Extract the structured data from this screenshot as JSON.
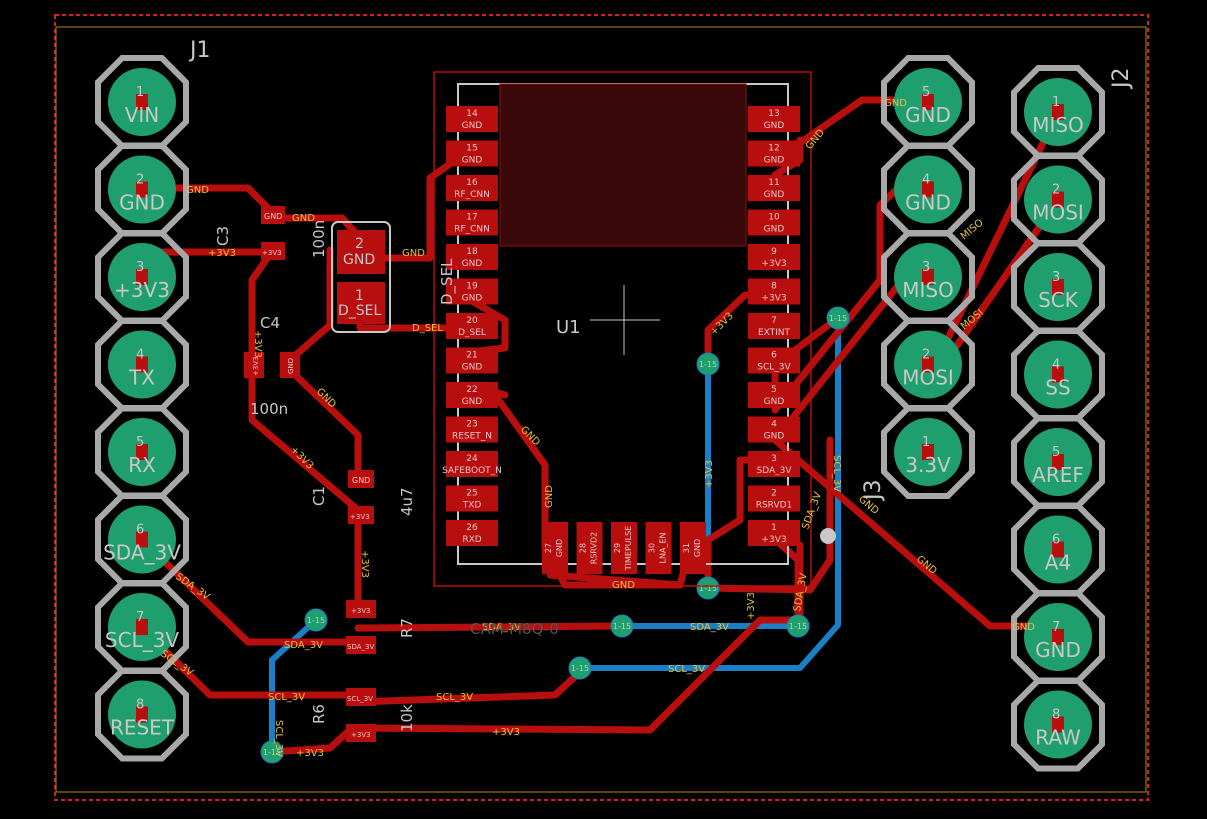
{
  "designators": {
    "j1": "J1",
    "j2": "J2",
    "j3": "J3",
    "u1": "U1",
    "c3": "C3",
    "c4": "C4",
    "c1": "C1",
    "r7": "R7",
    "r6": "R6"
  },
  "values": {
    "c3": "100n",
    "c4": "100n",
    "c1": "4u7",
    "r6": "10k",
    "outline": "CAM-M8Q-0"
  },
  "j1_pins": [
    {
      "num": "1",
      "label": "VIN"
    },
    {
      "num": "2",
      "label": "GND"
    },
    {
      "num": "3",
      "label": "+3V3"
    },
    {
      "num": "4",
      "label": "TX"
    },
    {
      "num": "5",
      "label": "RX"
    },
    {
      "num": "6",
      "label": "SDA_3V"
    },
    {
      "num": "7",
      "label": "SCL_3V"
    },
    {
      "num": "8",
      "label": "RESET"
    }
  ],
  "j3_pins": [
    {
      "num": "5",
      "label": "GND"
    },
    {
      "num": "4",
      "label": "GND"
    },
    {
      "num": "3",
      "label": "MISO"
    },
    {
      "num": "2",
      "label": "MOSI"
    },
    {
      "num": "1",
      "label": "3.3V"
    }
  ],
  "j2_pins": [
    {
      "num": "1",
      "label": "MISO"
    },
    {
      "num": "2",
      "label": "MOSI"
    },
    {
      "num": "3",
      "label": "SCK"
    },
    {
      "num": "4",
      "label": "SS"
    },
    {
      "num": "5",
      "label": "AREF"
    },
    {
      "num": "6",
      "label": "A4"
    },
    {
      "num": "7",
      "label": "GND"
    },
    {
      "num": "8",
      "label": "RAW"
    }
  ],
  "u1_left_pads": [
    {
      "num": "14",
      "name": "GND"
    },
    {
      "num": "15",
      "name": "GND"
    },
    {
      "num": "16",
      "name": "RF_CNN"
    },
    {
      "num": "17",
      "name": "RF_CNN"
    },
    {
      "num": "18",
      "name": "GND"
    },
    {
      "num": "19",
      "name": "GND"
    },
    {
      "num": "20",
      "name": "D_SEL"
    },
    {
      "num": "21",
      "name": "GND"
    },
    {
      "num": "22",
      "name": "GND"
    },
    {
      "num": "23",
      "name": "RESET_N"
    },
    {
      "num": "24",
      "name": "SAFEBOOT_N"
    },
    {
      "num": "25",
      "name": "TXD"
    },
    {
      "num": "26",
      "name": "RXD"
    }
  ],
  "u1_right_pads": [
    {
      "num": "13",
      "name": "GND"
    },
    {
      "num": "12",
      "name": "GND"
    },
    {
      "num": "11",
      "name": "GND"
    },
    {
      "num": "10",
      "name": "GND"
    },
    {
      "num": "9",
      "name": "+3V3"
    },
    {
      "num": "8",
      "name": "+3V3"
    },
    {
      "num": "7",
      "name": "EXTINT"
    },
    {
      "num": "6",
      "name": "SCL_3V"
    },
    {
      "num": "5",
      "name": "GND"
    },
    {
      "num": "4",
      "name": "GND"
    },
    {
      "num": "3",
      "name": "SDA_3V"
    },
    {
      "num": "2",
      "name": "RSRVD1"
    },
    {
      "num": "1",
      "name": "+3V3"
    }
  ],
  "u1_bottom_pads": [
    {
      "num": "27",
      "name": "GND"
    },
    {
      "num": "28",
      "name": "RSRVD2"
    },
    {
      "num": "29",
      "name": "TIMEPULSE"
    },
    {
      "num": "30",
      "name": "LNA_EN"
    },
    {
      "num": "31",
      "name": "GND"
    }
  ],
  "jumper": {
    "pad2_num": "2",
    "pad2_name": "GND",
    "pad1_num": "1",
    "pad1_name": "D_SEL",
    "silk": "D_SEL"
  },
  "trace_labels": {
    "gnd": "GND",
    "p3v3": "+3V3",
    "dsel": "D_SEL",
    "sda": "SDA_3V",
    "scl": "SCL_3V",
    "miso": "MISO",
    "mosi": "MOSI",
    "via": "1-15"
  },
  "small_parts": {
    "c3_top": "GND",
    "c3_bot": "+3V3",
    "c4_left": "+3V3",
    "c4_right": "GND",
    "c1_top": "GND",
    "c1_bot": "+3V3",
    "r7_top": "+3V3",
    "r7_bot": "SDA_3V",
    "r6_top": "SCL_3V",
    "r6_bot": "+3V3"
  },
  "colors": {
    "copper_top": "#b80e0e",
    "copper_bottom": "#1a7fc4",
    "pad_green": "#1f9e6e",
    "silk": "#c8c8c8",
    "outline": "#d42020"
  }
}
